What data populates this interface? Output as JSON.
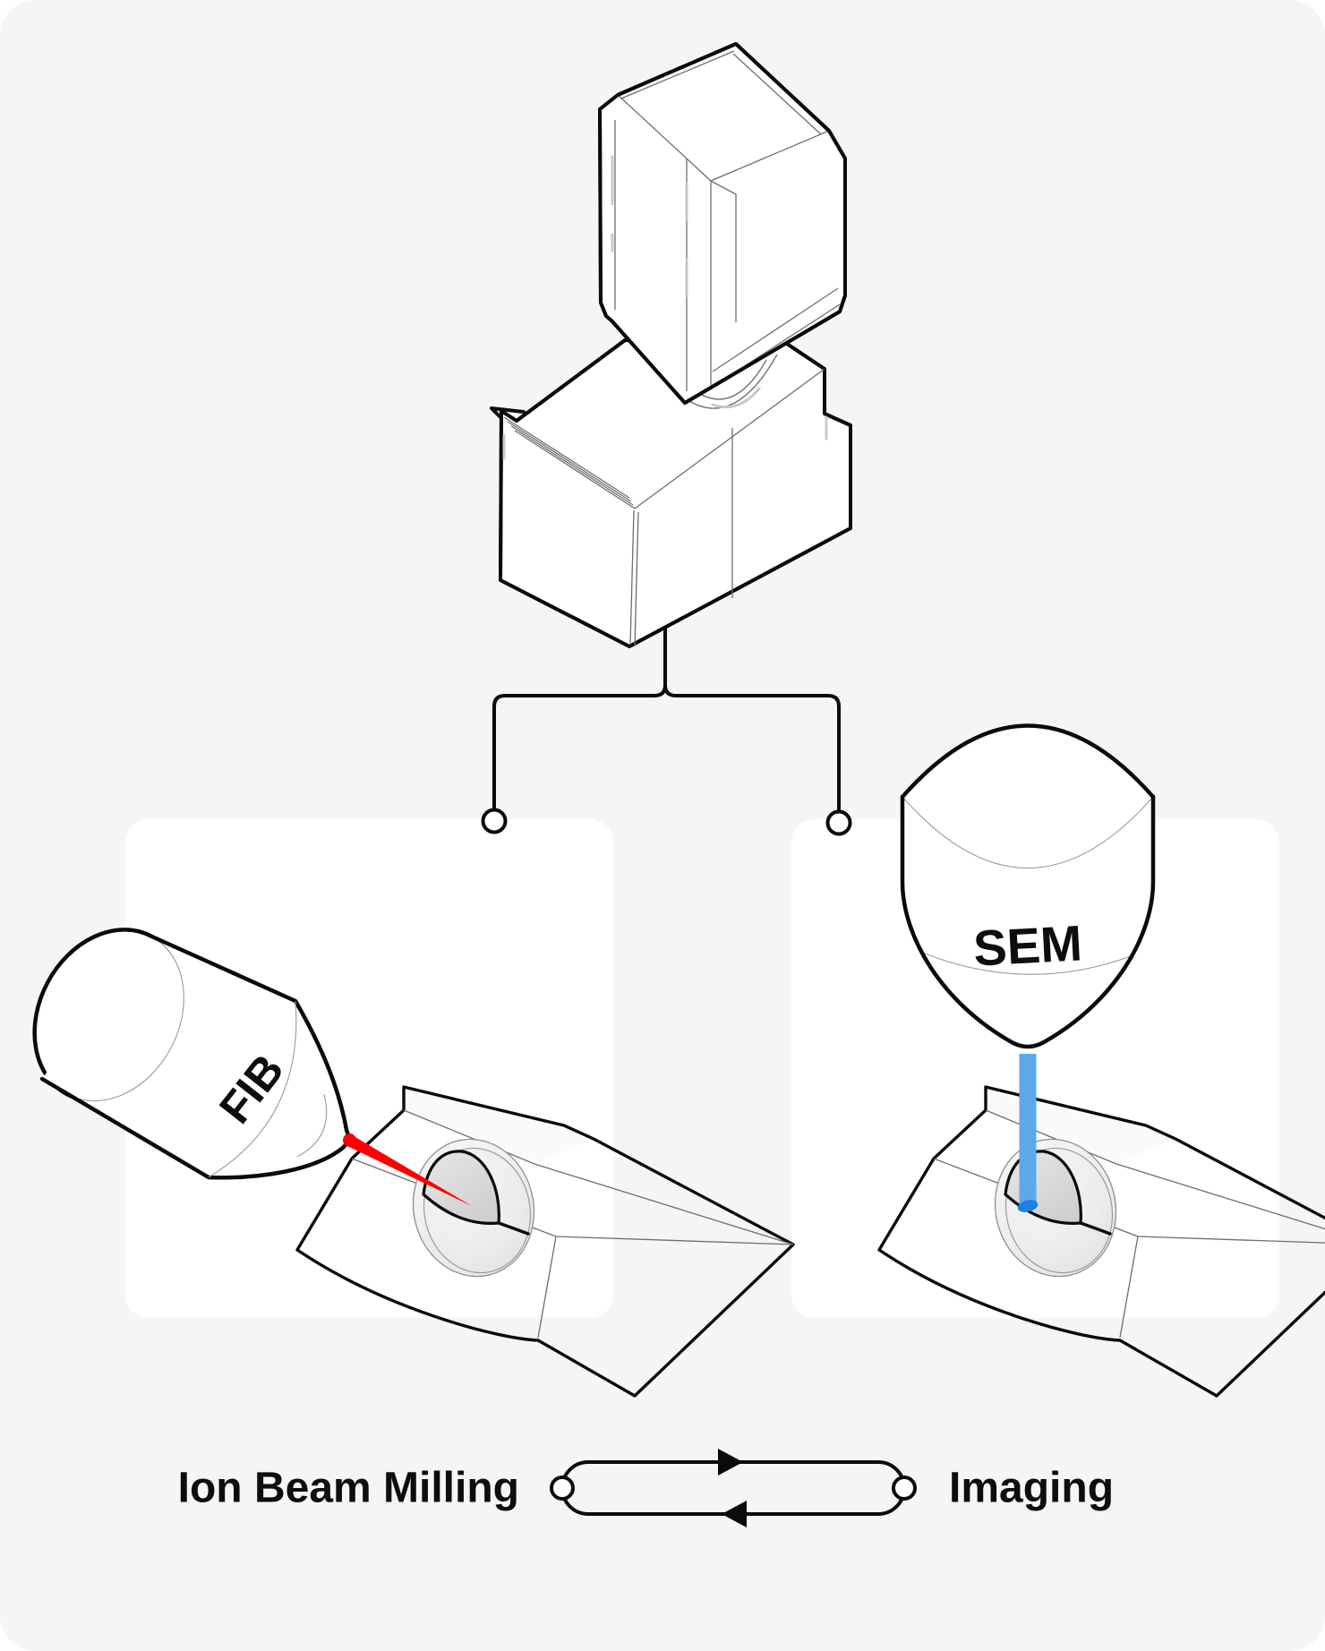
{
  "labels": {
    "fib": "FIB",
    "sem": "SEM",
    "milling": "Ion Beam Milling",
    "imaging": "Imaging"
  },
  "colors": {
    "background": "#f4f5f7",
    "panel": "#ffffff",
    "outline": "#0b0b0b",
    "ion_beam": "#ff0000",
    "electron_beam": "#5da9e8",
    "electron_spot": "#1e7fe0"
  }
}
